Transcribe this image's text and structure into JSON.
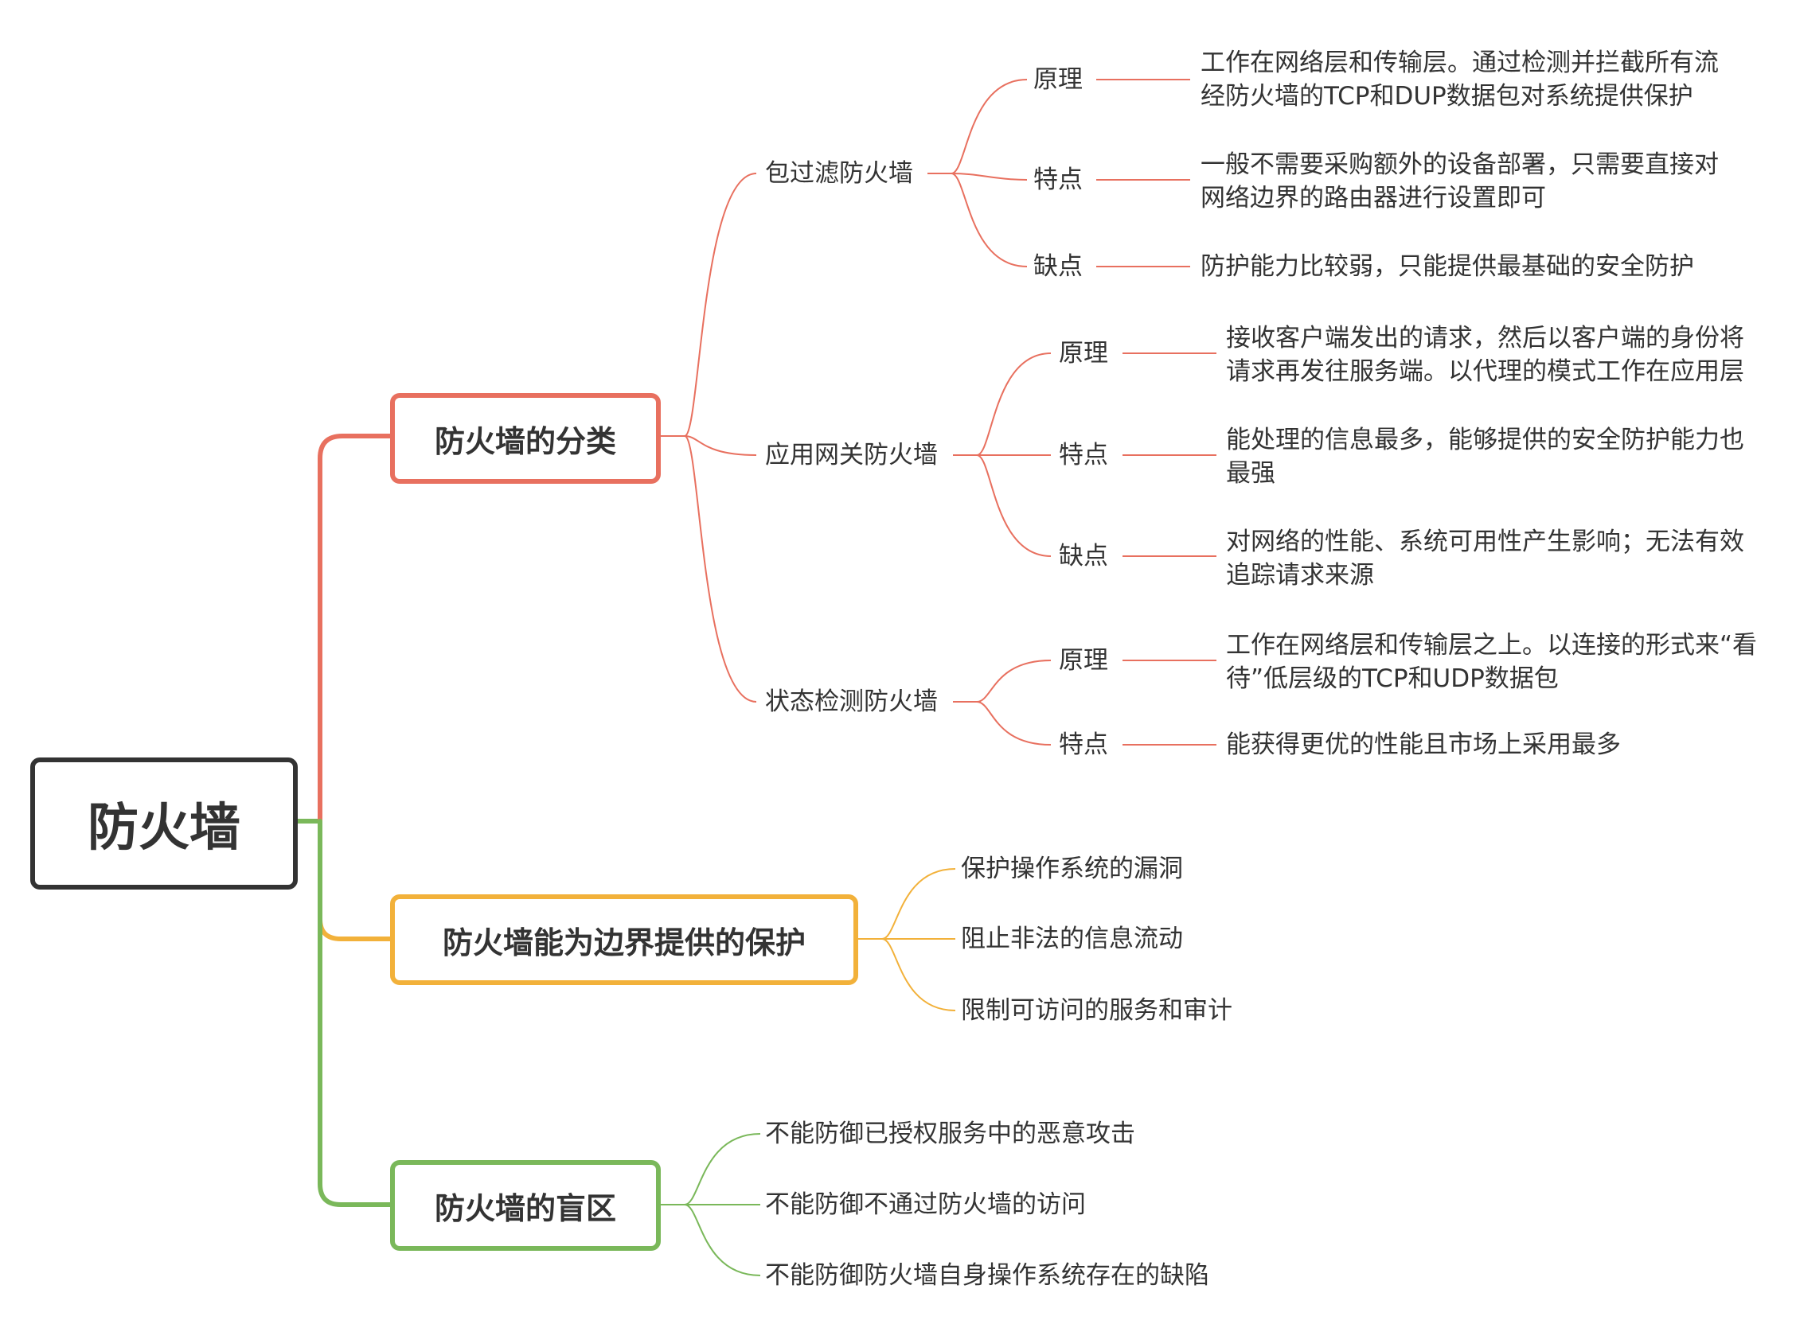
{
  "root": "防火墙",
  "colors": {
    "branch1": "#e8705f",
    "branch2": "#f2b13a",
    "branch3": "#7ab85a",
    "root": "#333333"
  },
  "branches": [
    {
      "title": "防火墙的分类",
      "children": [
        {
          "title": "包过滤防火墙",
          "items": [
            {
              "label": "原理",
              "lines": [
                "工作在网络层和传输层。通过检测并拦截所有流",
                "经防火墙的TCP和DUP数据包对系统提供保护"
              ]
            },
            {
              "label": "特点",
              "lines": [
                "一般不需要采购额外的设备部署，只需要直接对",
                "网络边界的路由器进行设置即可"
              ]
            },
            {
              "label": "缺点",
              "lines": [
                "防护能力比较弱，只能提供最基础的安全防护"
              ]
            }
          ]
        },
        {
          "title": "应用网关防火墙",
          "items": [
            {
              "label": "原理",
              "lines": [
                "接收客户端发出的请求，然后以客户端的身份将",
                "请求再发往服务端。以代理的模式工作在应用层"
              ]
            },
            {
              "label": "特点",
              "lines": [
                "能处理的信息最多，能够提供的安全防护能力也",
                "最强"
              ]
            },
            {
              "label": "缺点",
              "lines": [
                "对网络的性能、系统可用性产生影响；无法有效",
                "追踪请求来源"
              ]
            }
          ]
        },
        {
          "title": "状态检测防火墙",
          "items": [
            {
              "label": "原理",
              "lines": [
                "工作在网络层和传输层之上。以连接的形式来“看",
                "待”低层级的TCP和UDP数据包"
              ]
            },
            {
              "label": "特点",
              "lines": [
                "能获得更优的性能且市场上采用最多"
              ]
            }
          ]
        }
      ]
    },
    {
      "title": "防火墙能为边界提供的保护",
      "items": [
        "保护操作系统的漏洞",
        "阻止非法的信息流动",
        "限制可访问的服务和审计"
      ]
    },
    {
      "title": "防火墙的盲区",
      "items": [
        "不能防御已授权服务中的恶意攻击",
        "不能防御不通过防火墙的访问",
        "不能防御防火墙自身操作系统存在的缺陷"
      ]
    }
  ]
}
